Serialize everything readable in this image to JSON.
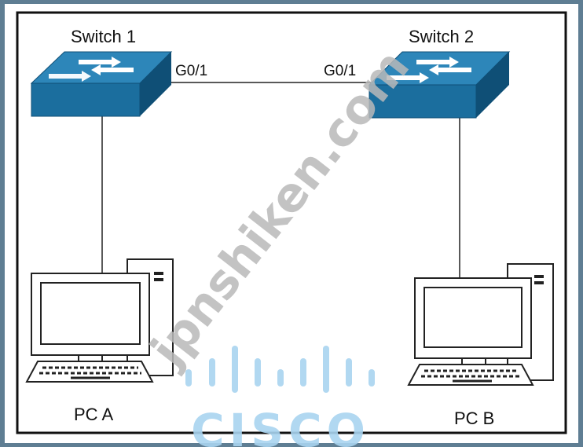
{
  "diagram": {
    "devices": {
      "switch1": {
        "label": "Switch 1",
        "port": "G0/1"
      },
      "switch2": {
        "label": "Switch 2",
        "port": "G0/1"
      },
      "pc_a": {
        "label": "PC A"
      },
      "pc_b": {
        "label": "PC B"
      }
    },
    "links": [
      {
        "from": "Switch 1 G0/1",
        "to": "Switch 2 G0/1"
      },
      {
        "from": "Switch 1",
        "to": "PC A"
      },
      {
        "from": "Switch 2",
        "to": "PC B"
      }
    ],
    "colors": {
      "switch_front": "#1b6e9e",
      "switch_top": "#2d86b9",
      "switch_side": "#0f4f76",
      "pc_fill": "#ffffff",
      "pc_stroke": "#222222",
      "frame_border": "#5f7e93"
    }
  },
  "watermark": {
    "text": "jpnshiken.com",
    "logo_text": "CISCO",
    "logo_color": "#a8d4ef",
    "text_color": "#b9b9b9"
  }
}
